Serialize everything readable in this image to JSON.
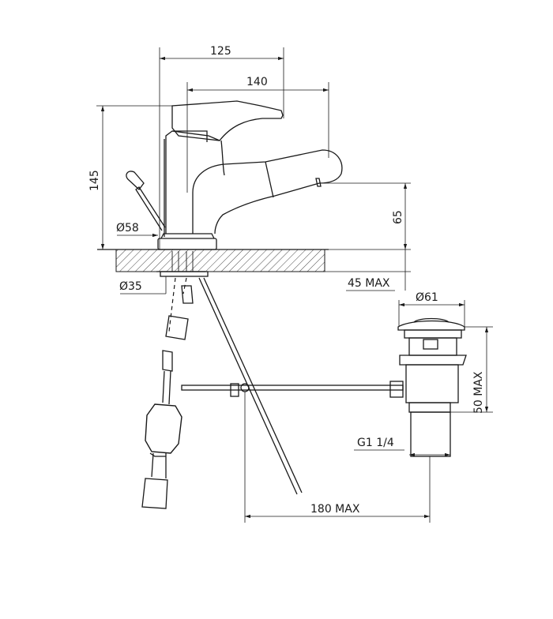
{
  "drawing": {
    "dimensions": {
      "d125": "125",
      "d140": "140",
      "d145": "145",
      "d65": "65",
      "dia58": "Ø58",
      "dia35": "Ø35",
      "max45": "45 MAX",
      "dia61": "Ø61",
      "max50": "50 MAX",
      "thread": "G1 1/4",
      "max180": "180 MAX"
    }
  }
}
